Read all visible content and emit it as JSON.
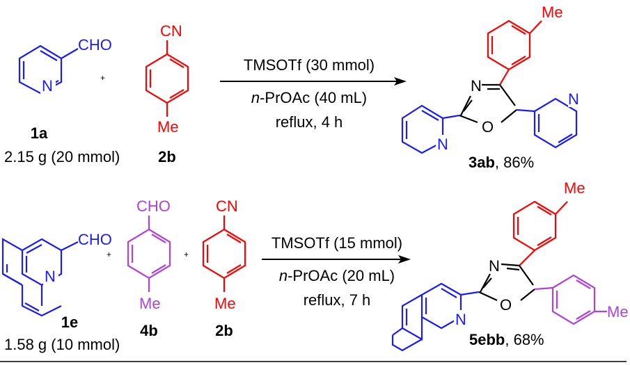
{
  "colors": {
    "blue": "#1a1aff",
    "red": "#ff0000",
    "purple": "#b040e0",
    "black": "#000000"
  },
  "atoms": {
    "N": "N",
    "O": "O",
    "CHO": "CHO",
    "CN": "CN",
    "Me": "Me"
  },
  "plus": "+",
  "reaction1": {
    "reactant1": {
      "label": "1a",
      "amount": "2.15 g (20 mmol)"
    },
    "reactant2": {
      "label": "2b"
    },
    "conditions": {
      "reagent": "TMSOTf (30 mmol)",
      "solvent_prefix": "n",
      "solvent_rest": "-PrOAc (40 mL)",
      "time": "reflux, 4 h"
    },
    "product": {
      "label": "3ab",
      "yield": ", 86%"
    }
  },
  "reaction2": {
    "reactant1": {
      "label": "1e",
      "amount": "1.58 g (10 mmol)"
    },
    "reactant2": {
      "label": "4b"
    },
    "reactant3": {
      "label": "2b"
    },
    "conditions": {
      "reagent": "TMSOTf (15 mmol)",
      "solvent_prefix": "n",
      "solvent_rest": "-PrOAc (20 mL)",
      "time": "reflux, 7 h"
    },
    "product": {
      "label": "5ebb",
      "yield": ", 68%"
    }
  }
}
